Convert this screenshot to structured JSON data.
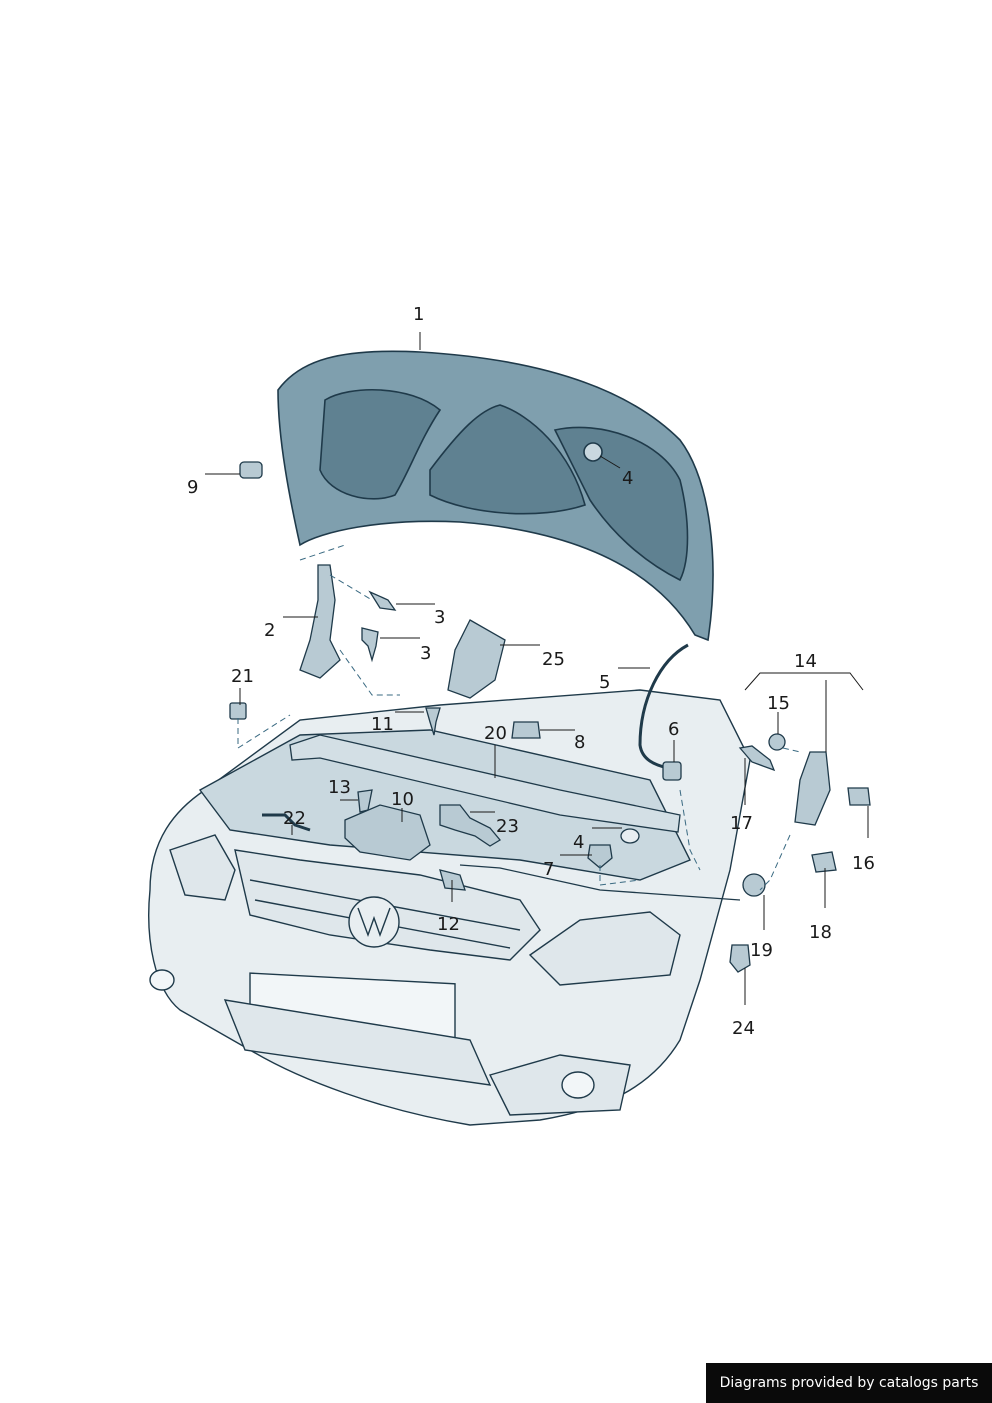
{
  "callouts": {
    "c1": "1",
    "c2": "2",
    "c3a": "3",
    "c3b": "3",
    "c4a": "4",
    "c4b": "4",
    "c5": "5",
    "c6": "6",
    "c7": "7",
    "c8": "8",
    "c9": "9",
    "c10": "10",
    "c11": "11",
    "c12": "12",
    "c13": "13",
    "c14": "14",
    "c15": "15",
    "c16": "16",
    "c17": "17",
    "c18": "18",
    "c19": "19",
    "c20": "20",
    "c21": "21",
    "c22": "22",
    "c23": "23",
    "c24": "24",
    "c25": "25"
  },
  "footer": {
    "text": "Diagrams provided by catalogs parts"
  },
  "colors": {
    "outline": "#1f3a4a",
    "hood_fill": "#7f9fae",
    "hood_panel": "#5f8191",
    "body_fill": "#e8eef1",
    "shade": "#c9d8df"
  }
}
